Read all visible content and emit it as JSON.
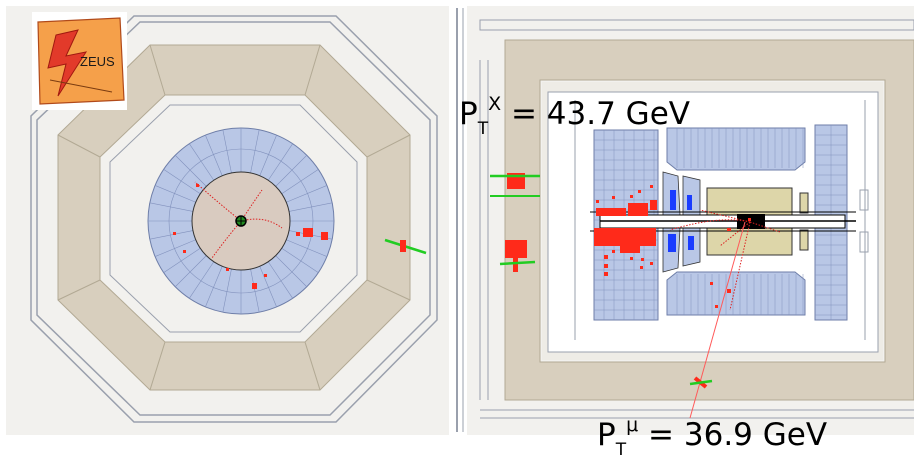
{
  "logo": {
    "text": "ZEUS"
  },
  "annotations": {
    "pt_x": {
      "base": "P",
      "sub": "T",
      "sup": "X",
      "value": " = 43.7 GeV"
    },
    "pt_mu": {
      "base": "P",
      "sub": "T",
      "sup": "μ",
      "value": " = 36.9 GeV"
    }
  },
  "colors": {
    "background": "#f2f1ee",
    "yoke": "#d8cfbe",
    "calorimeter": "#b9c7e6",
    "tracker": "#d9cbc0",
    "energy_deposit": "#ff2a1a",
    "muon_chamber": "#22cc22",
    "logo_orange": "#f5a04a"
  }
}
